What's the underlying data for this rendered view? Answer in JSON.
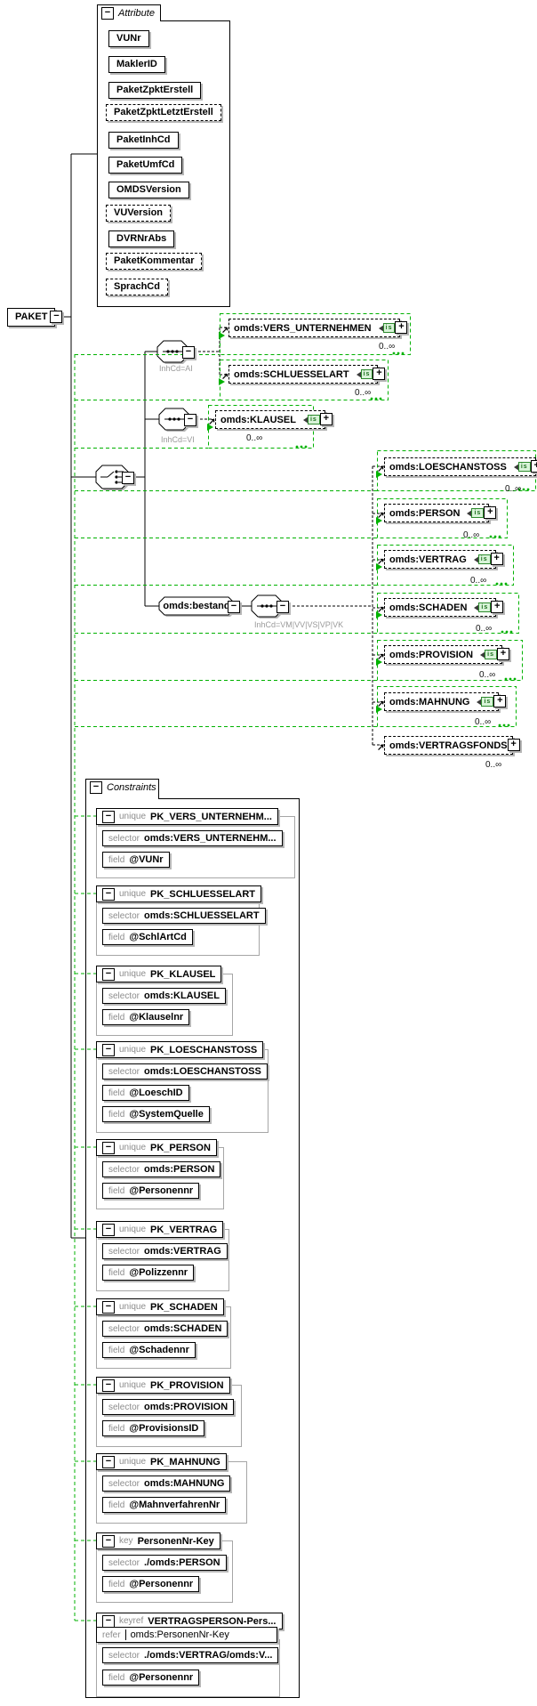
{
  "root": {
    "label": "PAKET"
  },
  "icons": {
    "collapse_icon": "−",
    "expand_icon": "+",
    "entry_arrow": "↗"
  },
  "colors": {
    "constraint_link_green": "#00b200",
    "shadow_grey": "#b6b6b6",
    "optional_border": "#000000"
  },
  "attributes_panel": {
    "label": "Attribute",
    "items": [
      {
        "name": "VUNr",
        "optional": false
      },
      {
        "name": "MaklerID",
        "optional": false
      },
      {
        "name": "PaketZpktErstell",
        "optional": false
      },
      {
        "name": "PaketZpktLetztErstell",
        "optional": true
      },
      {
        "name": "PaketInhCd",
        "optional": false
      },
      {
        "name": "PaketUmfCd",
        "optional": false
      },
      {
        "name": "OMDSVersion",
        "optional": false
      },
      {
        "name": "VUVersion",
        "optional": true
      },
      {
        "name": "DVRNrAbs",
        "optional": false
      },
      {
        "name": "PaketKommentar",
        "optional": true
      },
      {
        "name": "SprachCd",
        "optional": true
      }
    ]
  },
  "content_model": {
    "groups": [
      {
        "kind": "sequence",
        "condition": "InhCd=AI"
      },
      {
        "kind": "sequence",
        "condition": "InhCd=VI"
      },
      {
        "kind": "sequence",
        "condition": "InhCd=VM|VV|VS|VP|VK"
      }
    ],
    "bestand": {
      "name": "omds:bestand"
    },
    "elements": [
      {
        "name": "omds:VERS_UNTERNEHMEN",
        "cardinality": "0..∞",
        "badge": "is"
      },
      {
        "name": "omds:SCHLUESSELART",
        "cardinality": "0..∞",
        "badge": "is"
      },
      {
        "name": "omds:KLAUSEL",
        "cardinality": "0..∞",
        "badge": "is"
      },
      {
        "name": "omds:LOESCHANSTOSS",
        "cardinality": "0..∞",
        "badge": "is"
      },
      {
        "name": "omds:PERSON",
        "cardinality": "0..∞",
        "badge": "is"
      },
      {
        "name": "omds:VERTRAG",
        "cardinality": "0..∞",
        "badge": "is"
      },
      {
        "name": "omds:SCHADEN",
        "cardinality": "0..∞",
        "badge": "is"
      },
      {
        "name": "omds:PROVISION",
        "cardinality": "0..∞",
        "badge": "is"
      },
      {
        "name": "omds:MAHNUNG",
        "cardinality": "0..∞",
        "badge": "is"
      },
      {
        "name": "omds:VERTRAGSFONDS",
        "cardinality": "0..∞",
        "badge": null
      }
    ]
  },
  "constraints_panel": {
    "label": "Constraints",
    "blocks": [
      {
        "kind": "unique",
        "name": "PK_VERS_UNTERNEHM...",
        "rows": [
          {
            "label": "selector",
            "value": "omds:VERS_UNTERNEHM..."
          },
          {
            "label": "field",
            "value": "@VUNr"
          }
        ]
      },
      {
        "kind": "unique",
        "name": "PK_SCHLUESSELART",
        "rows": [
          {
            "label": "selector",
            "value": "omds:SCHLUESSELART"
          },
          {
            "label": "field",
            "value": "@SchlArtCd"
          }
        ]
      },
      {
        "kind": "unique",
        "name": "PK_KLAUSEL",
        "rows": [
          {
            "label": "selector",
            "value": "omds:KLAUSEL"
          },
          {
            "label": "field",
            "value": "@Klauselnr"
          }
        ]
      },
      {
        "kind": "unique",
        "name": "PK_LOESCHANSTOSS",
        "rows": [
          {
            "label": "selector",
            "value": "omds:LOESCHANSTOSS"
          },
          {
            "label": "field",
            "value": "@LoeschID"
          },
          {
            "label": "field",
            "value": "@SystemQuelle"
          }
        ]
      },
      {
        "kind": "unique",
        "name": "PK_PERSON",
        "rows": [
          {
            "label": "selector",
            "value": "omds:PERSON"
          },
          {
            "label": "field",
            "value": "@Personennr"
          }
        ]
      },
      {
        "kind": "unique",
        "name": "PK_VERTRAG",
        "rows": [
          {
            "label": "selector",
            "value": "omds:VERTRAG"
          },
          {
            "label": "field",
            "value": "@Polizzennr"
          }
        ]
      },
      {
        "kind": "unique",
        "name": "PK_SCHADEN",
        "rows": [
          {
            "label": "selector",
            "value": "omds:SCHADEN"
          },
          {
            "label": "field",
            "value": "@Schadennr"
          }
        ]
      },
      {
        "kind": "unique",
        "name": "PK_PROVISION",
        "rows": [
          {
            "label": "selector",
            "value": "omds:PROVISION"
          },
          {
            "label": "field",
            "value": "@ProvisionsID"
          }
        ]
      },
      {
        "kind": "unique",
        "name": "PK_MAHNUNG",
        "rows": [
          {
            "label": "selector",
            "value": "omds:MAHNUNG"
          },
          {
            "label": "field",
            "value": "@MahnverfahrenNr"
          }
        ]
      },
      {
        "kind": "key",
        "name": "PersonenNr-Key",
        "rows": [
          {
            "label": "selector",
            "value": "./omds:PERSON"
          },
          {
            "label": "field",
            "value": "@Personennr"
          }
        ]
      },
      {
        "kind": "keyref",
        "name": "VERTRAGSPERSON-Pers...",
        "refer": {
          "label": "refer",
          "value": "omds:PersonenNr-Key"
        },
        "rows": [
          {
            "label": "selector",
            "value": "./omds:VERTRAG/omds:V..."
          },
          {
            "label": "field",
            "value": "@Personennr"
          }
        ]
      }
    ]
  }
}
